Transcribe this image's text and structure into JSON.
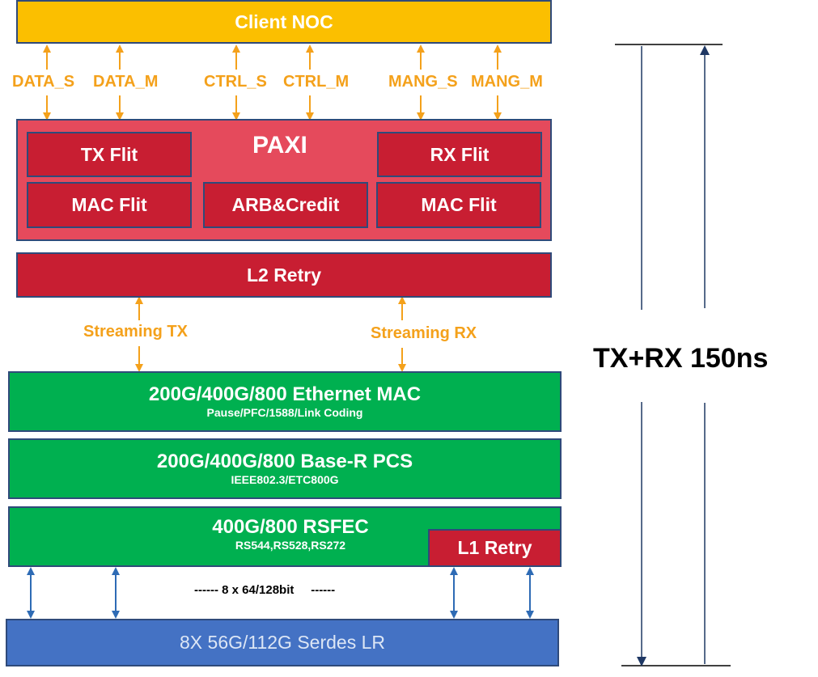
{
  "client_noc": "Client NOC",
  "noc_signals": [
    "DATA_S",
    "DATA_M",
    "CTRL_S",
    "CTRL_M",
    "MANG_S",
    "MANG_M"
  ],
  "paxi": {
    "title": "PAXI",
    "tx_flit": "TX Flit",
    "rx_flit": "RX Flit",
    "mac_flit_left": "MAC Flit",
    "arb_credit": "ARB&Credit",
    "mac_flit_right": "MAC Flit"
  },
  "l2_retry": "L2 Retry",
  "streaming_tx": "Streaming TX",
  "streaming_rx": "Streaming RX",
  "eth_mac": {
    "title": "200G/400G/800 Ethernet MAC",
    "subtitle": "Pause/PFC/1588/Link Coding"
  },
  "pcs": {
    "title": "200G/400G/800 Base-R PCS",
    "subtitle": "IEEE802.3/ETC800G"
  },
  "rsfec": {
    "title": "400G/800 RSFEC",
    "subtitle": "RS544,RS528,RS272"
  },
  "l1_retry": "L1 Retry",
  "bus_label": "------ 8 x 64/128bit     ------",
  "serdes": "8X 56G/112G Serdes LR",
  "latency": "TX+RX 150ns",
  "colors": {
    "orange": "#f4a11b",
    "noc_yellow": "#fbbf00",
    "paxi_pink": "#e54a5c",
    "dark_red": "#c81e32",
    "green": "#00b050",
    "blue": "#4472c4",
    "arrow_blue": "#2e6bb5",
    "navy": "#1f3864"
  }
}
